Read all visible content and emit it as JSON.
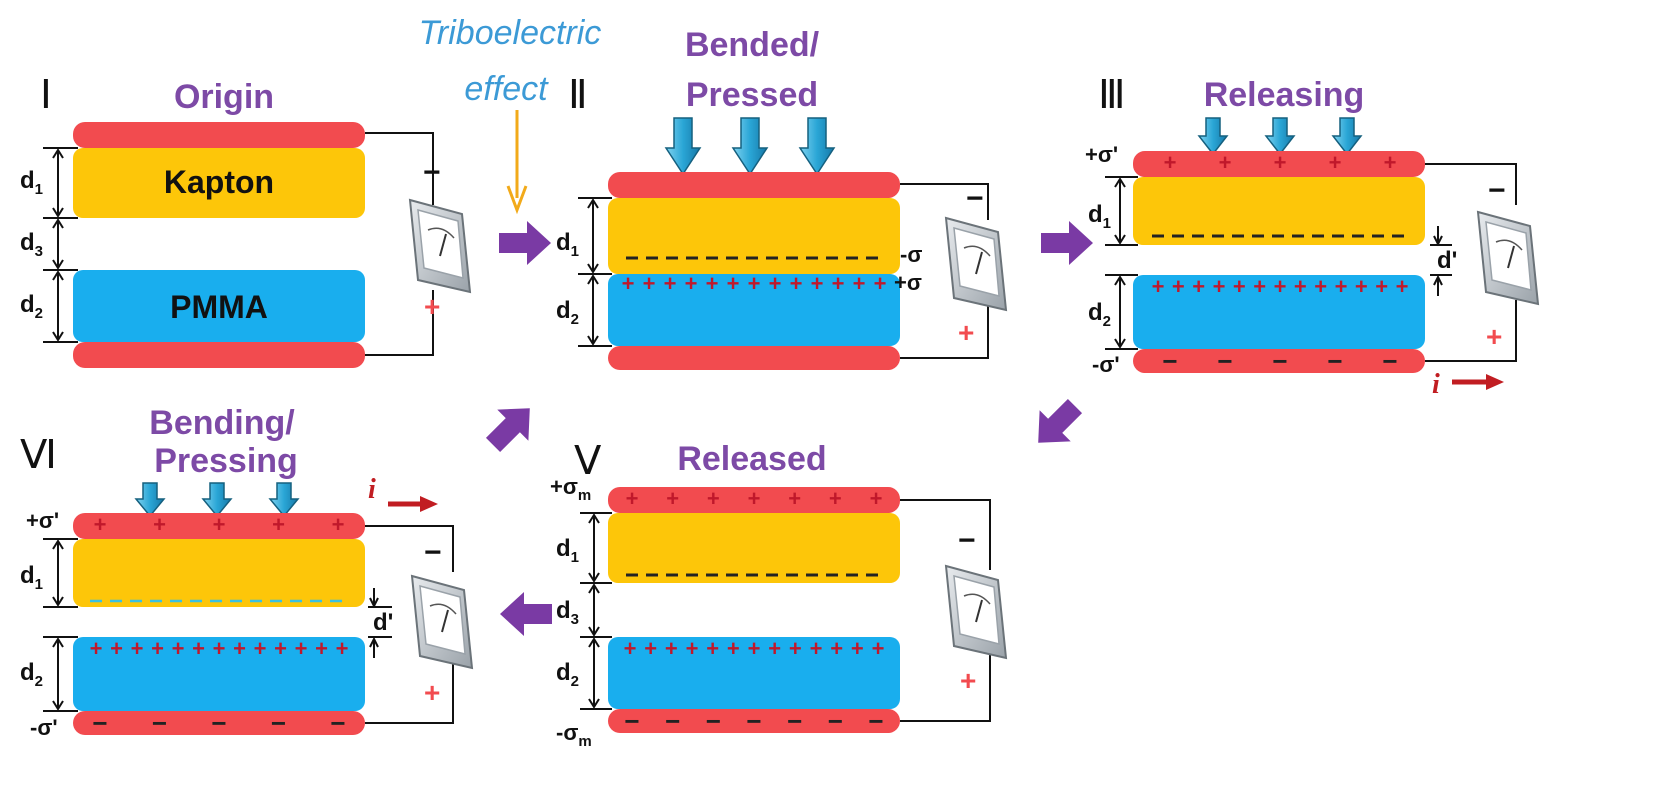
{
  "colors": {
    "electrode": "#f24b4f",
    "kapton": "#fdc609",
    "pmma": "#19aeee",
    "title": "#7d4aa6",
    "tribo": "#3c9ad6",
    "arrow_purple": "#7a3aa4",
    "press_arrow": "#2a9fcf",
    "charge_plus": "#c0182b",
    "current_arrow": "#c11d22"
  },
  "annotation": {
    "triboelectric_line1": "Triboelectric",
    "triboelectric_line2": "effect"
  },
  "stages": {
    "s1": {
      "numeral": "Ⅰ",
      "title": "Origin",
      "material_top": "Kapton",
      "material_bottom": "PMMA",
      "dims": [
        {
          "main": "d",
          "sub": "1"
        },
        {
          "main": "d",
          "sub": "3"
        },
        {
          "main": "d",
          "sub": "2"
        }
      ],
      "meter_minus": "−",
      "meter_plus": "+"
    },
    "s2": {
      "numeral": "Ⅱ",
      "title_line1": "Bended/",
      "title_line2": "Pressed",
      "dims": [
        {
          "main": "d",
          "sub": "1"
        },
        {
          "main": "d",
          "sub": "2"
        }
      ],
      "sigma_neg": "-σ",
      "sigma_pos": "+σ",
      "meter_minus": "−",
      "meter_plus": "+"
    },
    "s3": {
      "numeral": "Ⅲ",
      "title": "Releasing",
      "dims": [
        {
          "main": "d",
          "sub": "1"
        },
        {
          "main": "d",
          "sub": "2"
        }
      ],
      "gap_label": "d'",
      "sigma_top": "+σ'",
      "sigma_bottom": "-σ'",
      "current": "i",
      "meter_minus": "−",
      "meter_plus": "+"
    },
    "s5": {
      "numeral": "Ⅴ",
      "title": "Released",
      "dims": [
        {
          "main": "d",
          "sub": "1"
        },
        {
          "main": "d",
          "sub": "3"
        },
        {
          "main": "d",
          "sub": "2"
        }
      ],
      "sigma_top": {
        "main": "+σ",
        "sub": "m"
      },
      "sigma_bottom": {
        "main": "-σ",
        "sub": "m"
      },
      "meter_minus": "−",
      "meter_plus": "+"
    },
    "s6": {
      "numeral": "Ⅵ",
      "title_line1": "Bending/",
      "title_line2": "Pressing",
      "dims": [
        {
          "main": "d",
          "sub": "1"
        },
        {
          "main": "d",
          "sub": "2"
        }
      ],
      "gap_label": "d'",
      "sigma_top": "+σ'",
      "sigma_bottom": "-σ'",
      "current": "i",
      "meter_minus": "−",
      "meter_plus": "+"
    }
  },
  "charges": {
    "plus": "+",
    "minus": "−"
  }
}
